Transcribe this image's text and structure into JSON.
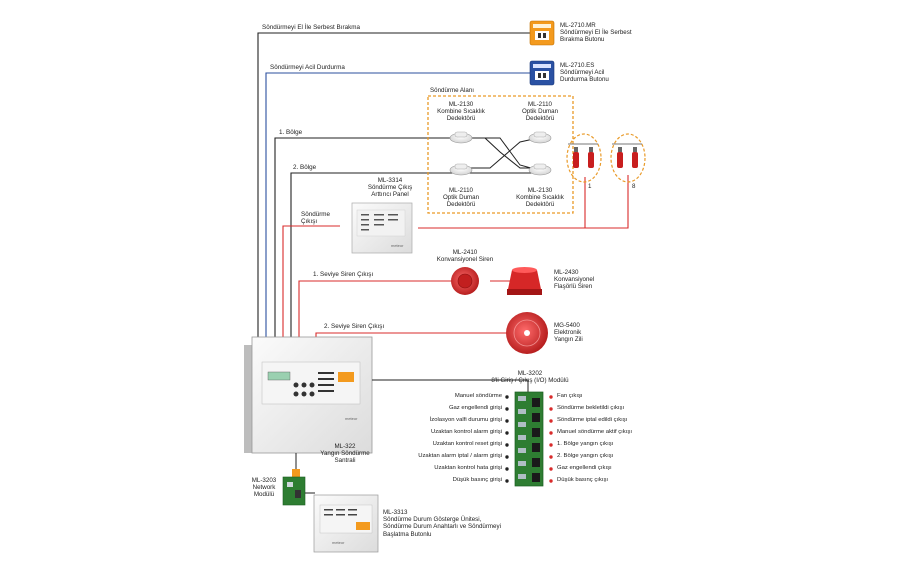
{
  "colors": {
    "wire_black": "#222222",
    "wire_blue": "#2b4f9e",
    "wire_red": "#d92b2b",
    "wire_orange": "#e99a28",
    "module_green": "#2e7d32"
  },
  "wires": {
    "release": "Söndürmeyi El İle Serbest Bırakma",
    "abort": "Söndürmeyi Acil Durdurma",
    "zone1": "1. Bölge",
    "zone2": "2. Bölge",
    "release_out": [
      "Söndürme",
      "Çıkışı"
    ],
    "siren1": "1. Seviye Siren Çıkışı",
    "siren2": "2. Seviye Siren Çıkışı"
  },
  "devices": {
    "mr": {
      "code": "ML-2710.MR",
      "desc": [
        "Söndürmeyi El İle Serbest",
        "Bırakma Butonu"
      ]
    },
    "es": {
      "code": "ML-2710.ES",
      "desc": [
        "Söndürmeyi Acil",
        "Durdurma Butonu"
      ]
    },
    "area_title": "Söndürme Alanı",
    "det_tl": {
      "code": "ML-2130",
      "desc": [
        "Kombine Sıcaklık",
        "Dedektörü"
      ]
    },
    "det_tr": {
      "code": "ML-2110",
      "desc": [
        "Optik Duman",
        "Dedektörü"
      ]
    },
    "det_bl": {
      "code": "ML-2110",
      "desc": [
        "Optik Duman",
        "Dedektörü"
      ]
    },
    "det_br": {
      "code": "ML-2130",
      "desc": [
        "Kombine Sıcaklık",
        "Dedektörü"
      ]
    },
    "cylinder_labels": [
      "1",
      "8"
    ],
    "repeater": {
      "code": "ML-3314",
      "desc": [
        "Söndürme Çıkış",
        "Arttırıcı Panel"
      ]
    },
    "siren": {
      "code": "ML-2410",
      "desc": [
        "Konvansiyonel Siren"
      ]
    },
    "flasher": {
      "code": "ML-2430",
      "desc": [
        "Konvansiyonel",
        "Flaşörlü Siren"
      ]
    },
    "bell": {
      "code": "MG-5400",
      "desc": [
        "Elektronik",
        "Yangın Zili"
      ]
    },
    "panel": {
      "code": "ML-322",
      "desc": [
        "Yangın Söndürme",
        "Santrali"
      ]
    },
    "network": {
      "code": "ML-3203",
      "desc": [
        "Network",
        "Modülü"
      ]
    },
    "status": {
      "code": "ML-3313",
      "desc": [
        "Söndürme Durum Gösterge Ünitesi,",
        "Söndürme Durum Anahtarlı ve Söndürmeyi",
        "Başlatma Butonlu"
      ]
    },
    "io": {
      "code": "ML-3202",
      "title": "8'li Giriş / Çıkış (I/O) Modülü",
      "inputs": [
        "Manuel söndürme",
        "Gaz engellendi girişi",
        "İzolasyon valfi durumu girişi",
        "Uzaktan kontrol alarm girişi",
        "Uzaktan kontrol reset girişi",
        "Uzaktan alarm iptal / alarm girişi",
        "Uzaktan kontrol hata girişi",
        "Düşük basınç girişi"
      ],
      "outputs": [
        "Fan çıkışı",
        "Söndürme bekletildi çıkışı",
        "Söndürme iptal edildi çıkışı",
        "Manuel söndürme aktif çıkışı",
        "1. Bölge yangın çıkışı",
        "2. Bölge yangın çıkışı",
        "Gaz engellendi çıkışı",
        "Düşük basınç çıkışı"
      ]
    },
    "brand": "meteor"
  }
}
